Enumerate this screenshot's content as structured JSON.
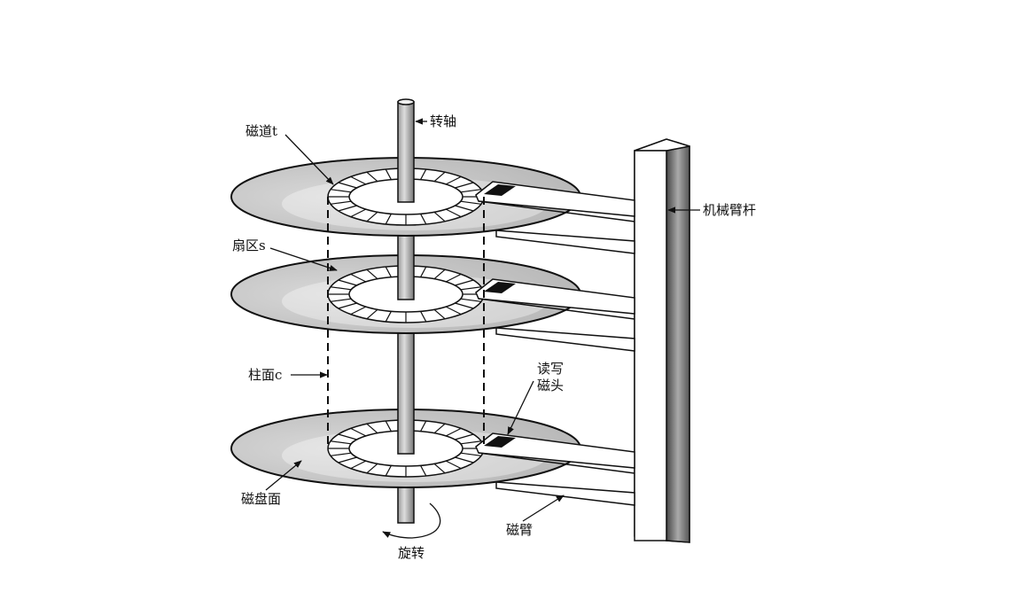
{
  "diagram": {
    "labels": {
      "track": "磁道t",
      "spindle": "转轴",
      "arm_assembly": "机械臂杆",
      "sector": "扇区s",
      "cylinder": "柱面c",
      "head_line1": "读写",
      "head_line2": "磁头",
      "surface": "磁盘面",
      "arm": "磁臂",
      "rotation": "旋转"
    },
    "platter_count": 3,
    "sectors_per_track": 24,
    "colors": {
      "platter": "#c8c8c8",
      "line": "#111111",
      "head": "#111111"
    }
  }
}
